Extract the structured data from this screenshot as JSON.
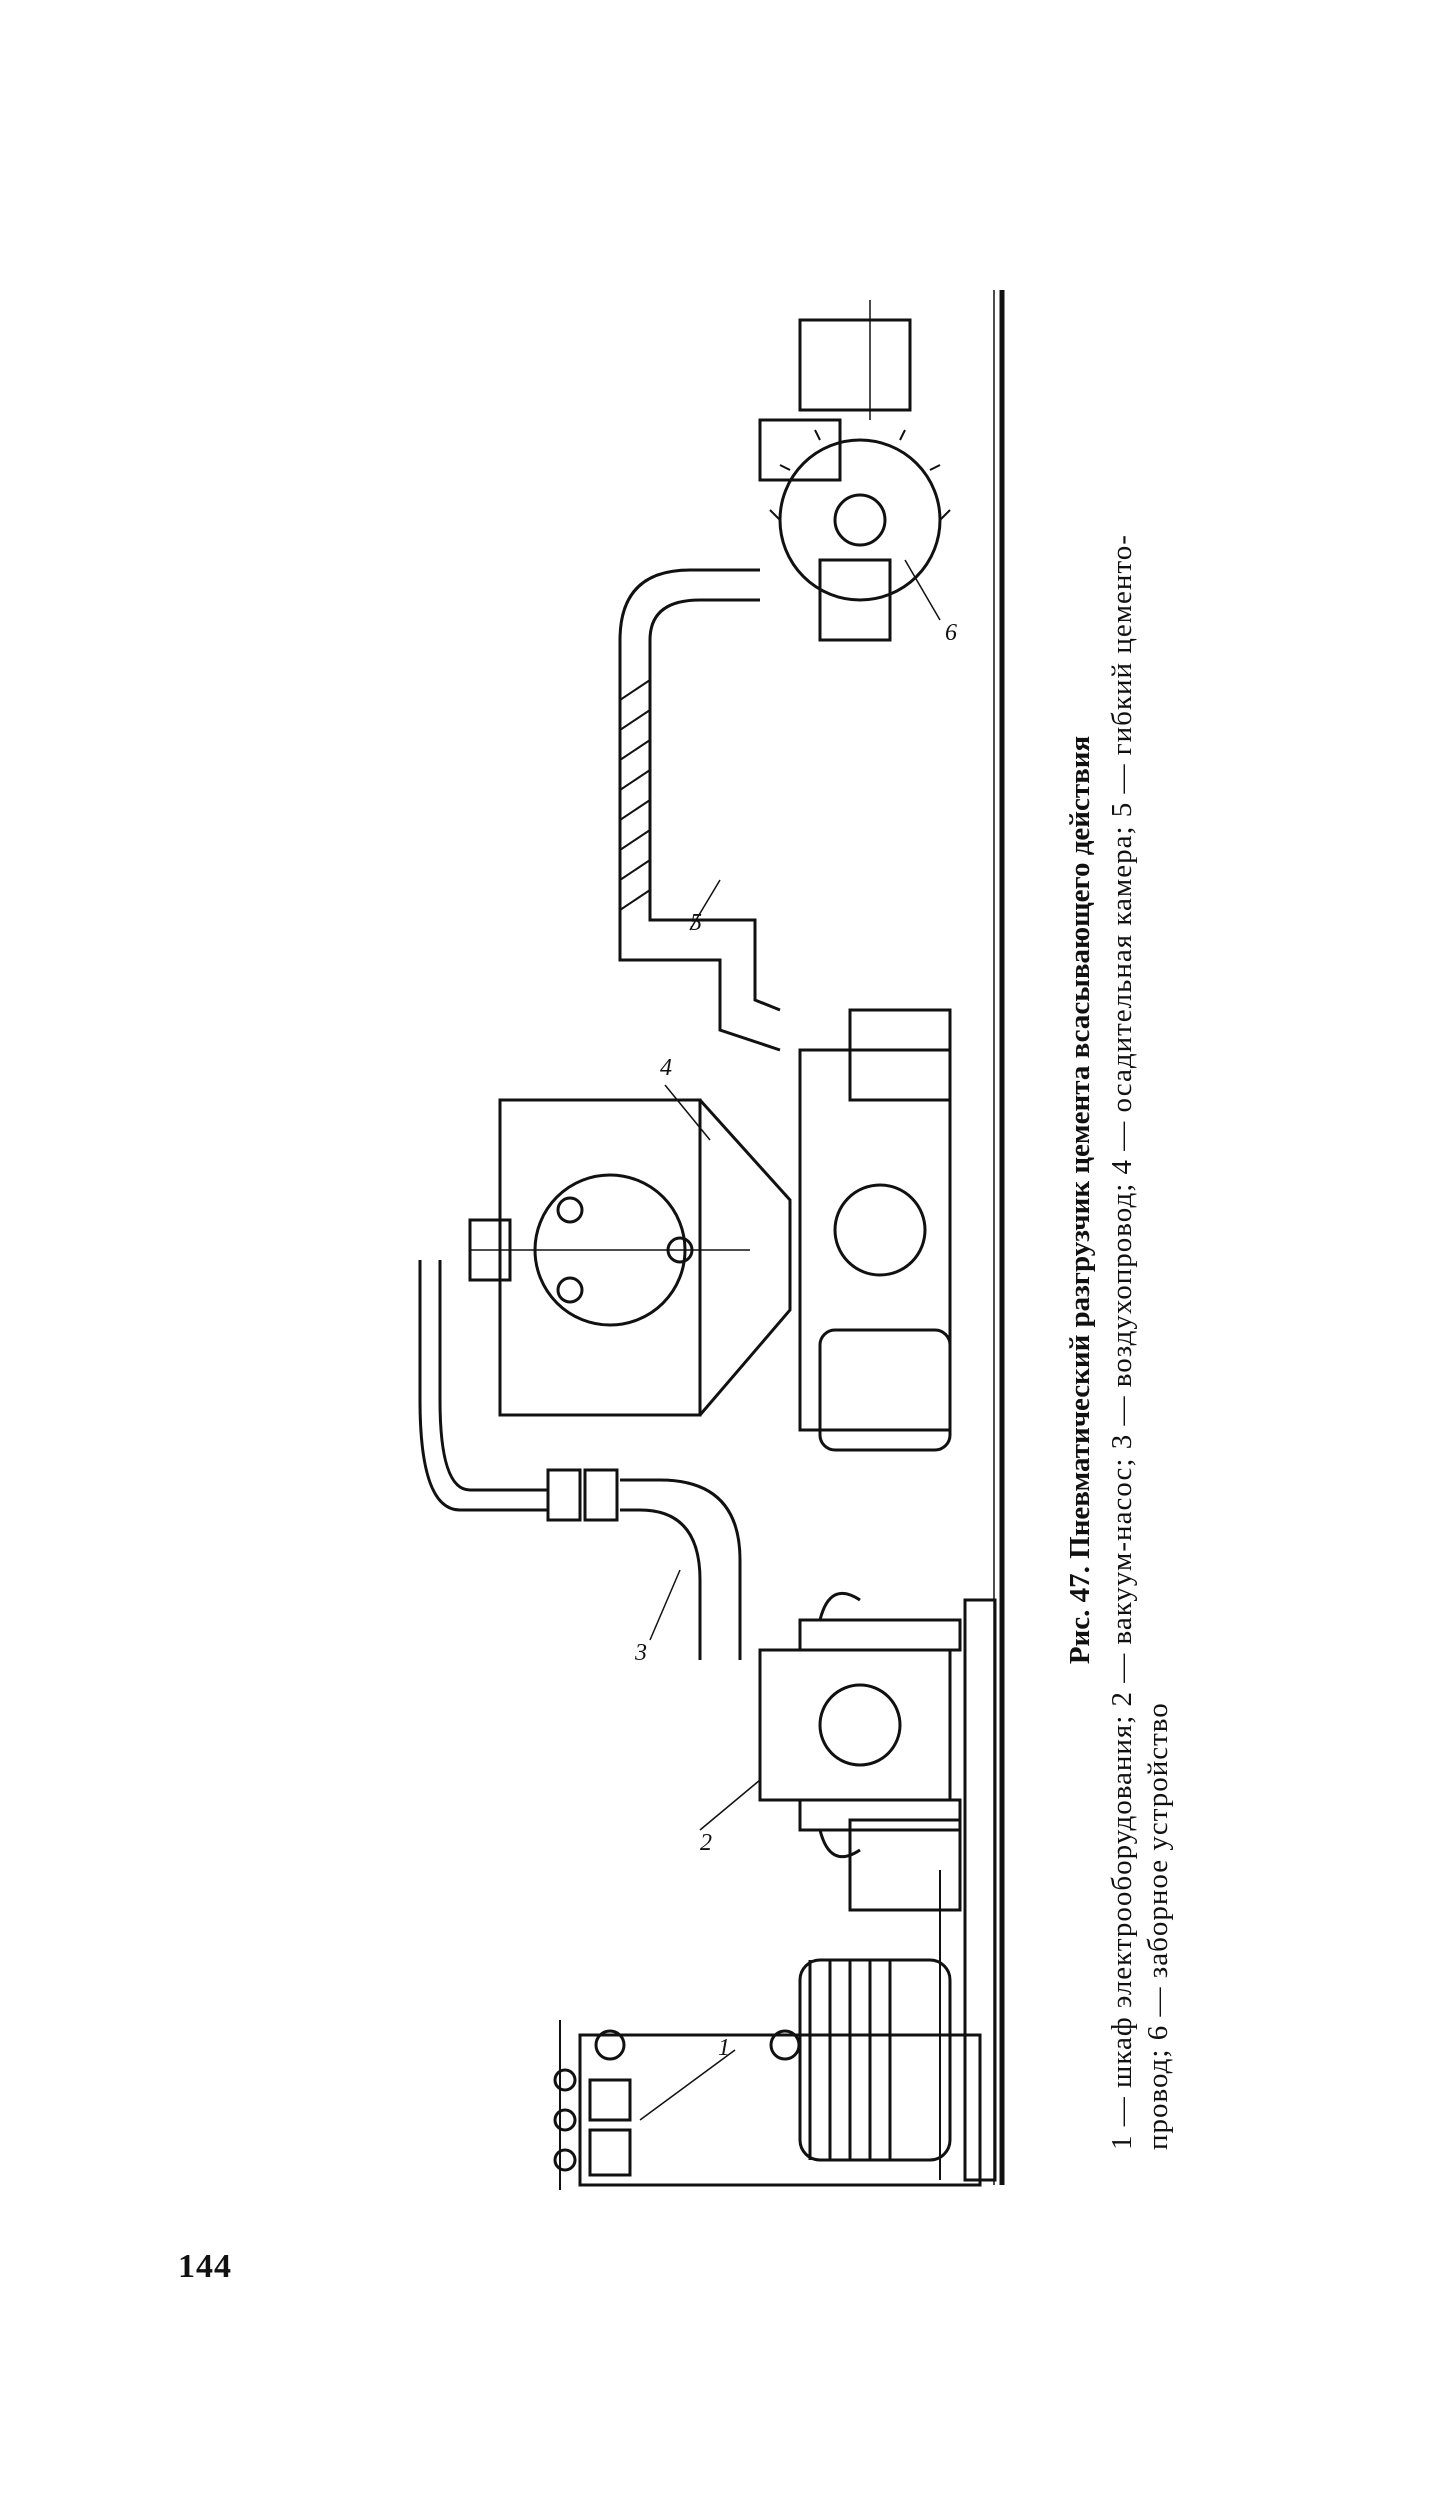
{
  "page": {
    "number": "144"
  },
  "figure": {
    "caption_title": "Рис. 47. Пневматический разгрузчик цемента всасывающего действия",
    "legend_line1": "1 — шкаф электрооборудования; 2 — вакуум-насос; 3 — воздухопровод; 4 — осадительная камера; 5 — гибкий цементо-",
    "legend_line2": "провод; 6 — заборное устройство",
    "callouts": [
      "1",
      "2",
      "3",
      "4",
      "5",
      "6"
    ]
  }
}
